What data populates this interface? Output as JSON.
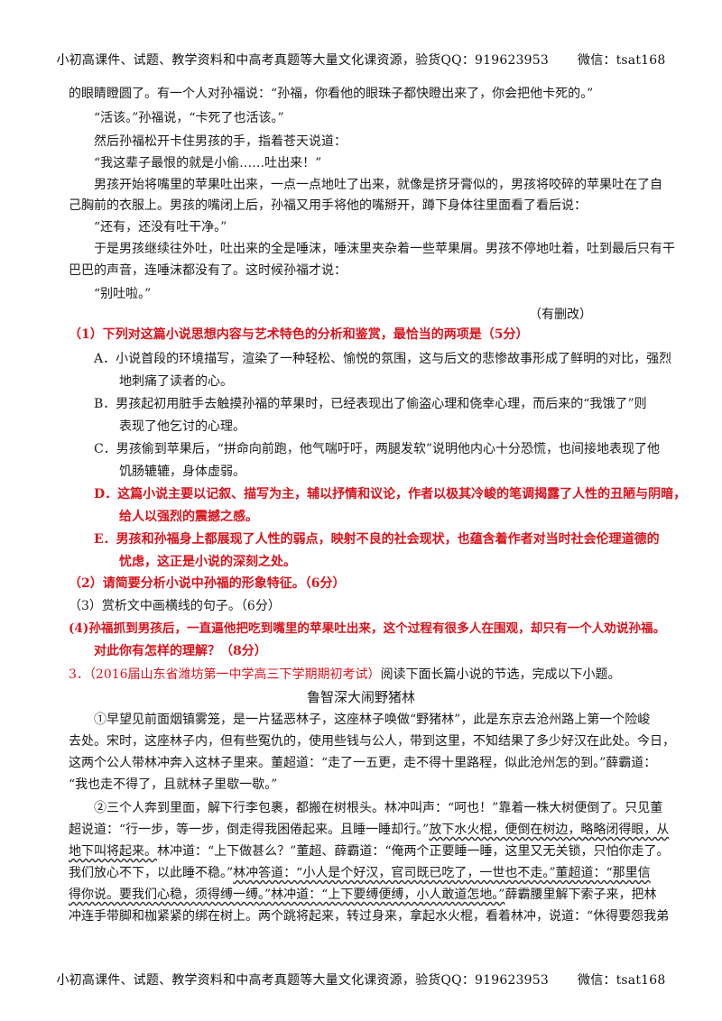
{
  "header": {
    "text": "小初高课件、试题、教学资料和中高考真题等大量文化课资源，验货QQ：919623953",
    "wechat": "微信：tsat168"
  },
  "story": {
    "lines": [
      "的眼睛瞪圆了。有一个人对孙福说：“孙福，你看他的眼珠子都快瞪出来了，你会把他卡死的。”",
      "“活该。”孙福说，“卡死了也活该。”",
      "然后孙福松开卡住男孩的手，指着苍天说道：",
      "“我这辈子最恨的就是小偷……吐出来！”",
      "男孩开始将嘴里的苹果吐出来，一点一点地吐了出来，就像是挤牙膏似的，男孩将咬碎的苹果吐在了自",
      "己胸前的衣服上。男孩的嘴闭上后，孙福又用手将他的嘴掰开，蹲下身体往里面看了看后说：",
      "“还有，还没有吐干净。”",
      "于是男孩继续往外吐，吐出来的全是唾沫，唾沫里夹杂着一些苹果屑。男孩不停地吐着，吐到最后只有干",
      "巴巴的声音，连唾沫都没有了。这时候孙福才说：",
      "“别吐啦。”"
    ],
    "source_note": "（有删改）"
  },
  "questions": {
    "q1": "（1）下列对这篇小说思想内容与艺术特色的分析和鉴赏，最恰当的两项是（5分）",
    "a1": "A．小说首段的环境描写，渲染了一种轻松、愉悦的氛围，这与后文的悲惨故事形成了鲜明的对比，强烈",
    "a2": "地刺痛了读者的心。",
    "b1": "B．男孩起初用脏手去触摸孙福的苹果时，已经表现出了偷盗心理和侥幸心理，而后来的“我饿了”则",
    "b2": "表现了他乞讨的心理。",
    "c1": "C．男孩偷到苹果后，“拼命向前跑，他气喘吁吁，两腿发软”说明他内心十分恐慌，也间接地表现了他",
    "c2": "饥肠辘辘，身体虚弱。",
    "d1": "D．这篇小说主要以记叙、描写为主，辅以抒情和议论，作者以极其冷峻的笔调揭露了人性的丑陋与阴暗，",
    "d2": "给人以强烈的震撼之感。",
    "e1": "E．男孩和孙福身上都展现了人性的弱点，映射不良的社会现状，也蕴含着作者对当时社会伦理道德的",
    "e2": "忧虑，这正是小说的深刻之处。",
    "q2": "（2）请简要分析小说中孙福的形象特征。（6分）",
    "q3": "（3）赏析文中画横线的句子。（6分）",
    "q4a": "(4)孙福抓到男孩后，一直逼他把吃到嘴里的苹果吐出来，这个过程有很多人在围观，却只有一个人劝说孙福。",
    "q4b": "对此你有怎样的理解？（8分）"
  },
  "section3": {
    "number": "3．",
    "source": "（2016届山东省潍坊第一中学高三下学期期初考试）",
    "instruction": "阅读下面长篇小说的节选，完成以下小题。",
    "title": "鲁智深大闹野猪林",
    "p1": [
      "①早望见前面烟镇雾笼，是一片猛恶林子，这座林子唤做“野猪林”，此是东京去沧州路上第一个险峻",
      "去处。宋时，这座林子内，但有些冤仇的，使用些钱与公人，带到这里，不知结果了多少好汉在此处。今日，",
      "这两个公人带林冲奔入这林子里来。董超道：“走了一五更，走不得十里路程，似此沧州怎的到。”薛霸道：",
      "“我也走不得了，且就林子里歇一歇。”"
    ],
    "p2_1": "②三个人奔到里面，解下行李包裹，都搬在树根头。林冲叫声：“呵也！”靠着一株大树便倒了。只见董",
    "p2_2a": "超说道：“行一步，等一步，倒走得我困倦起来。且睡一睡却行。”",
    "p2_2b": "放下水火棍，便倒在树边，略略闭得眼，从",
    "p2_3a": "地下叫将起来。",
    "p2_3b": "林冲道：“上下做甚么？”董超、薛霸道：“俺两个正要睡一睡，这里又无关锁，只怕你走了。",
    "p2_4": "我们放心不下，以此睡不稳。”",
    "p2_4b": "林冲答道：“小人是个好汉，官司既已吃了，一世也不走。”董超道：“那里信",
    "p2_5a": "得你说。要我们心稳，须得缚一缚。”",
    "p2_5b": "林冲道：“上下要缚便缚，小人敢道怎地。”",
    "p2_5c": "薛霸腰里解下索子来，把林",
    "p2_6": "冲连手带脚和枷紧紧的绑在树上。两个跳将起来，转过身来，拿起水火棍，看着林冲，说道：“休得要怨我弟"
  }
}
